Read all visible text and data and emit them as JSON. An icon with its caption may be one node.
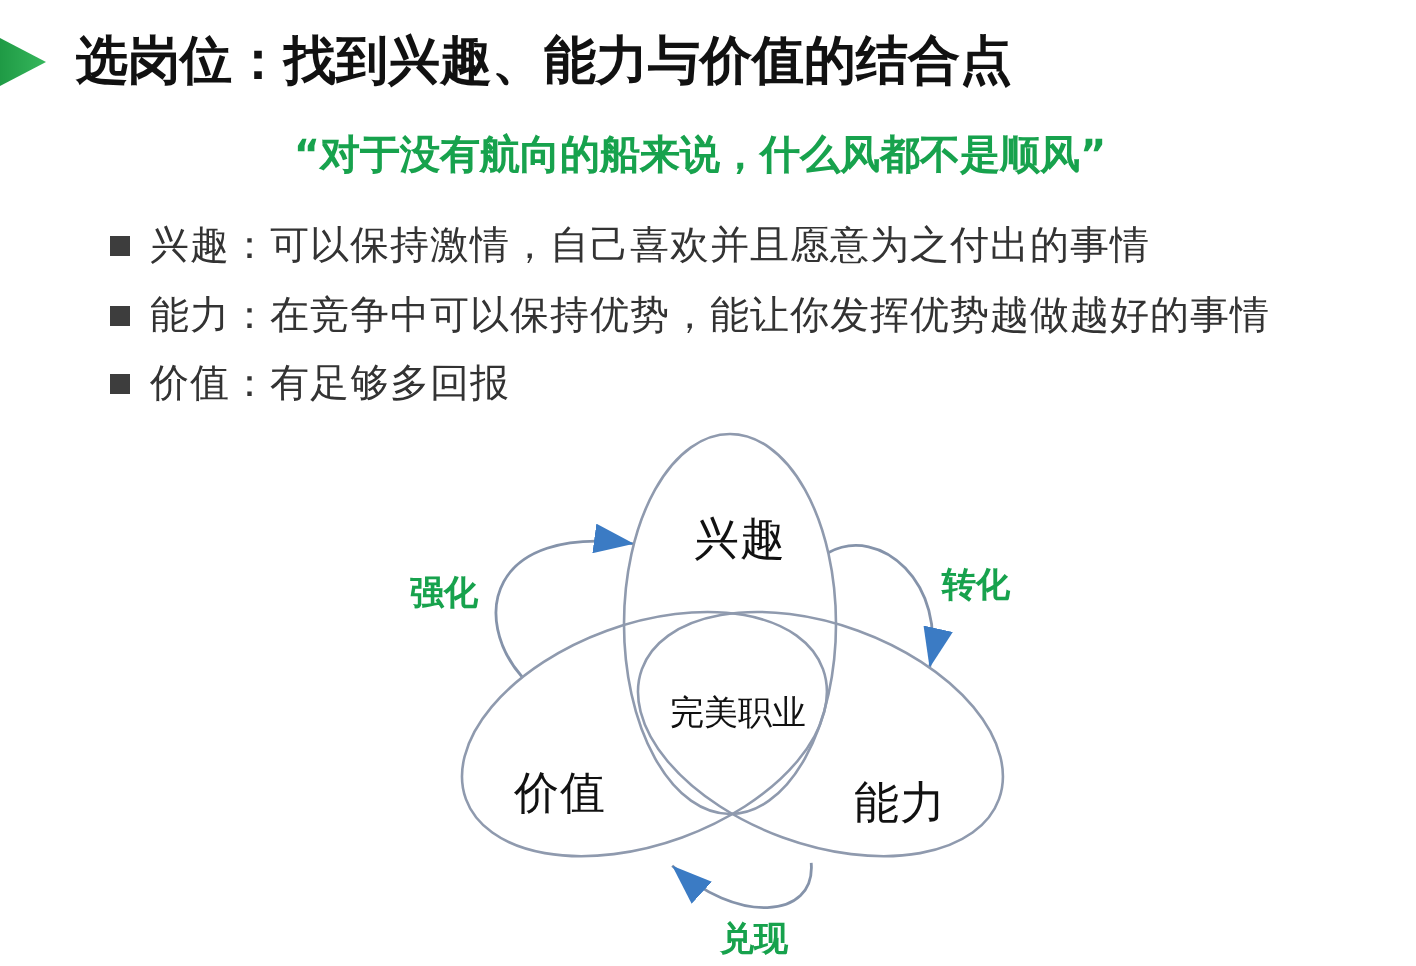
{
  "diagram": {
    "title": "选岗位：找到兴趣、能力与价值的结合点",
    "nodes": [
      {
        "text": [
          "兴趣"
        ]
      },
      {
        "text": [
          "能力"
        ]
      },
      {
        "text": [
          "价值"
        ]
      }
    ],
    "edges": [
      {
        "from": 2,
        "to": 0,
        "arrow": "to",
        "label": "强化"
      },
      {
        "from": 0,
        "to": 1,
        "arrow": "to",
        "label": "转化"
      },
      {
        "from": 1,
        "to": 2,
        "arrow": "to",
        "label": "兑现"
      }
    ],
    "labels": [
      "“对于没有航向的船来说，什么风都不是顺风”",
      "兴趣：可以保持激情，自己喜欢并且愿意为之付出的事情",
      "能力：在竞争中可以保持优势，能让你发挥优势越做越好的事情",
      "价值：有足够多回报",
      "完美职业"
    ]
  }
}
